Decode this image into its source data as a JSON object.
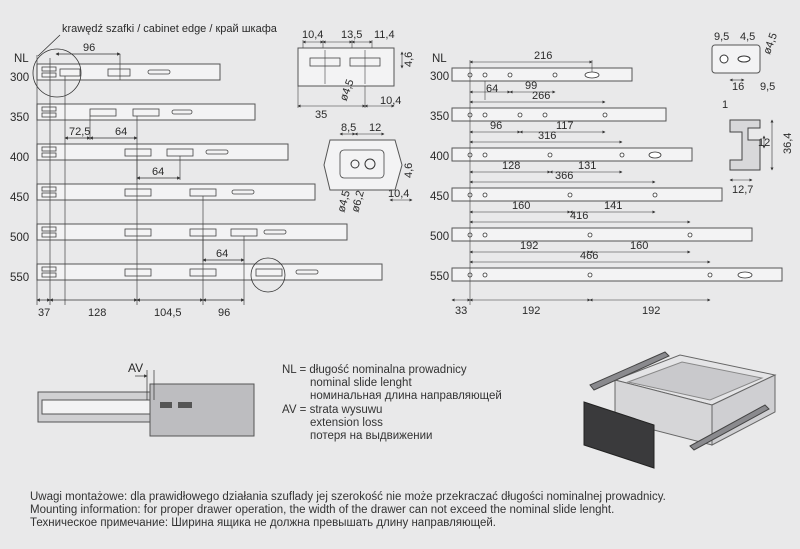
{
  "header": {
    "nl_label": "NL",
    "edge_label": "krawędź szafki / cabinet edge / край шкафа"
  },
  "lengths": [
    "300",
    "350",
    "400",
    "450",
    "500",
    "550"
  ],
  "left_dims": {
    "top": "96",
    "row350": [
      "72,5",
      "64"
    ],
    "row400": "64",
    "row500": "64",
    "bottom": [
      "37",
      "128",
      "104,5",
      "96"
    ]
  },
  "right_dims": {
    "row300": [
      "216",
      "64",
      "99"
    ],
    "row350": [
      "266",
      "96",
      "117"
    ],
    "row400": [
      "316",
      "128",
      "131"
    ],
    "row450": [
      "366",
      "160",
      "141"
    ],
    "row500": [
      "416",
      "192",
      "160"
    ],
    "row550": [
      "466",
      "33",
      "192",
      "192"
    ]
  },
  "detail_top": [
    "10,4",
    "13,5",
    "11,4",
    "4,6",
    "35",
    "10,4",
    "ø4,5"
  ],
  "detail_mid": [
    "8,5",
    "12",
    "4,6",
    "ø4,5",
    "ø6,2",
    "10,4"
  ],
  "detail_right": [
    "9,5",
    "4,5",
    "ø4,5",
    "16",
    "9,5",
    "1",
    "12",
    "36,4",
    "12,7"
  ],
  "av_label": "AV",
  "legend": {
    "nl": [
      "NL = długość nominalna prowadnicy",
      "nominal slide lenght",
      "номинальная длина направляющей"
    ],
    "av": [
      "AV = strata wysuwu",
      "extension loss",
      "потеря на выдвижении"
    ]
  },
  "notes": [
    "Uwagi montażowe: dla prawidłowego działania szuflady jej szerokość nie może przekraczać długości nominalnej prowadnicy.",
    "Mounting information: for proper drawer operation, the width of the drawer can not exceed the nominal slide lenght.",
    "Техническое примечание: Ширина ящика не должна превышать длину направляющей."
  ]
}
